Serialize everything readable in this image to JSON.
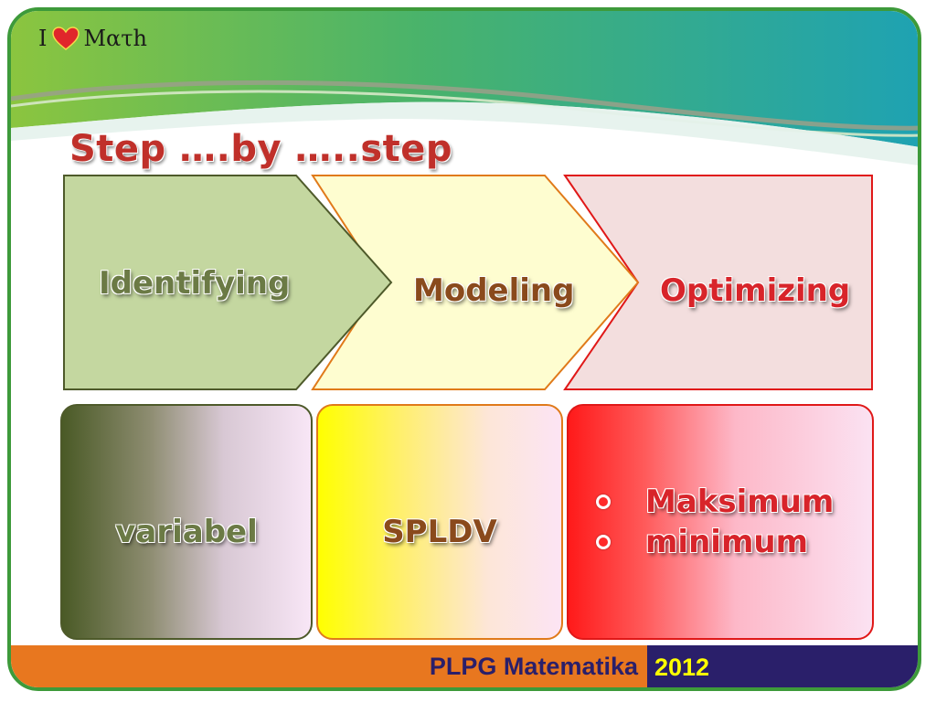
{
  "slide": {
    "logo": {
      "prefix": "I",
      "suffix": "Mατh"
    },
    "title": "Step ….by …..step",
    "steps": [
      {
        "label": "Identifying",
        "color": "#6b7a45",
        "fill": "#c4d7a0",
        "stroke": "#4e5a2a"
      },
      {
        "label": "Modeling",
        "color": "#8a4a1c",
        "fill": "#fefdd0",
        "stroke": "#e07a1a"
      },
      {
        "label": "Optimizing",
        "color": "#d8242a",
        "fill": "#f3dede",
        "stroke": "#e01818"
      }
    ],
    "cards": {
      "variabel": "variabel",
      "spldv": "SPLDV",
      "bullets": [
        "Maksimum",
        "minimum"
      ]
    },
    "footer": {
      "name": "PLPG Matematika",
      "year": "2012"
    },
    "colors": {
      "frame": "#3d9a3a",
      "footer_orange": "#e8771f",
      "footer_navy": "#2a1f6a",
      "year_text": "#ffff00"
    }
  }
}
